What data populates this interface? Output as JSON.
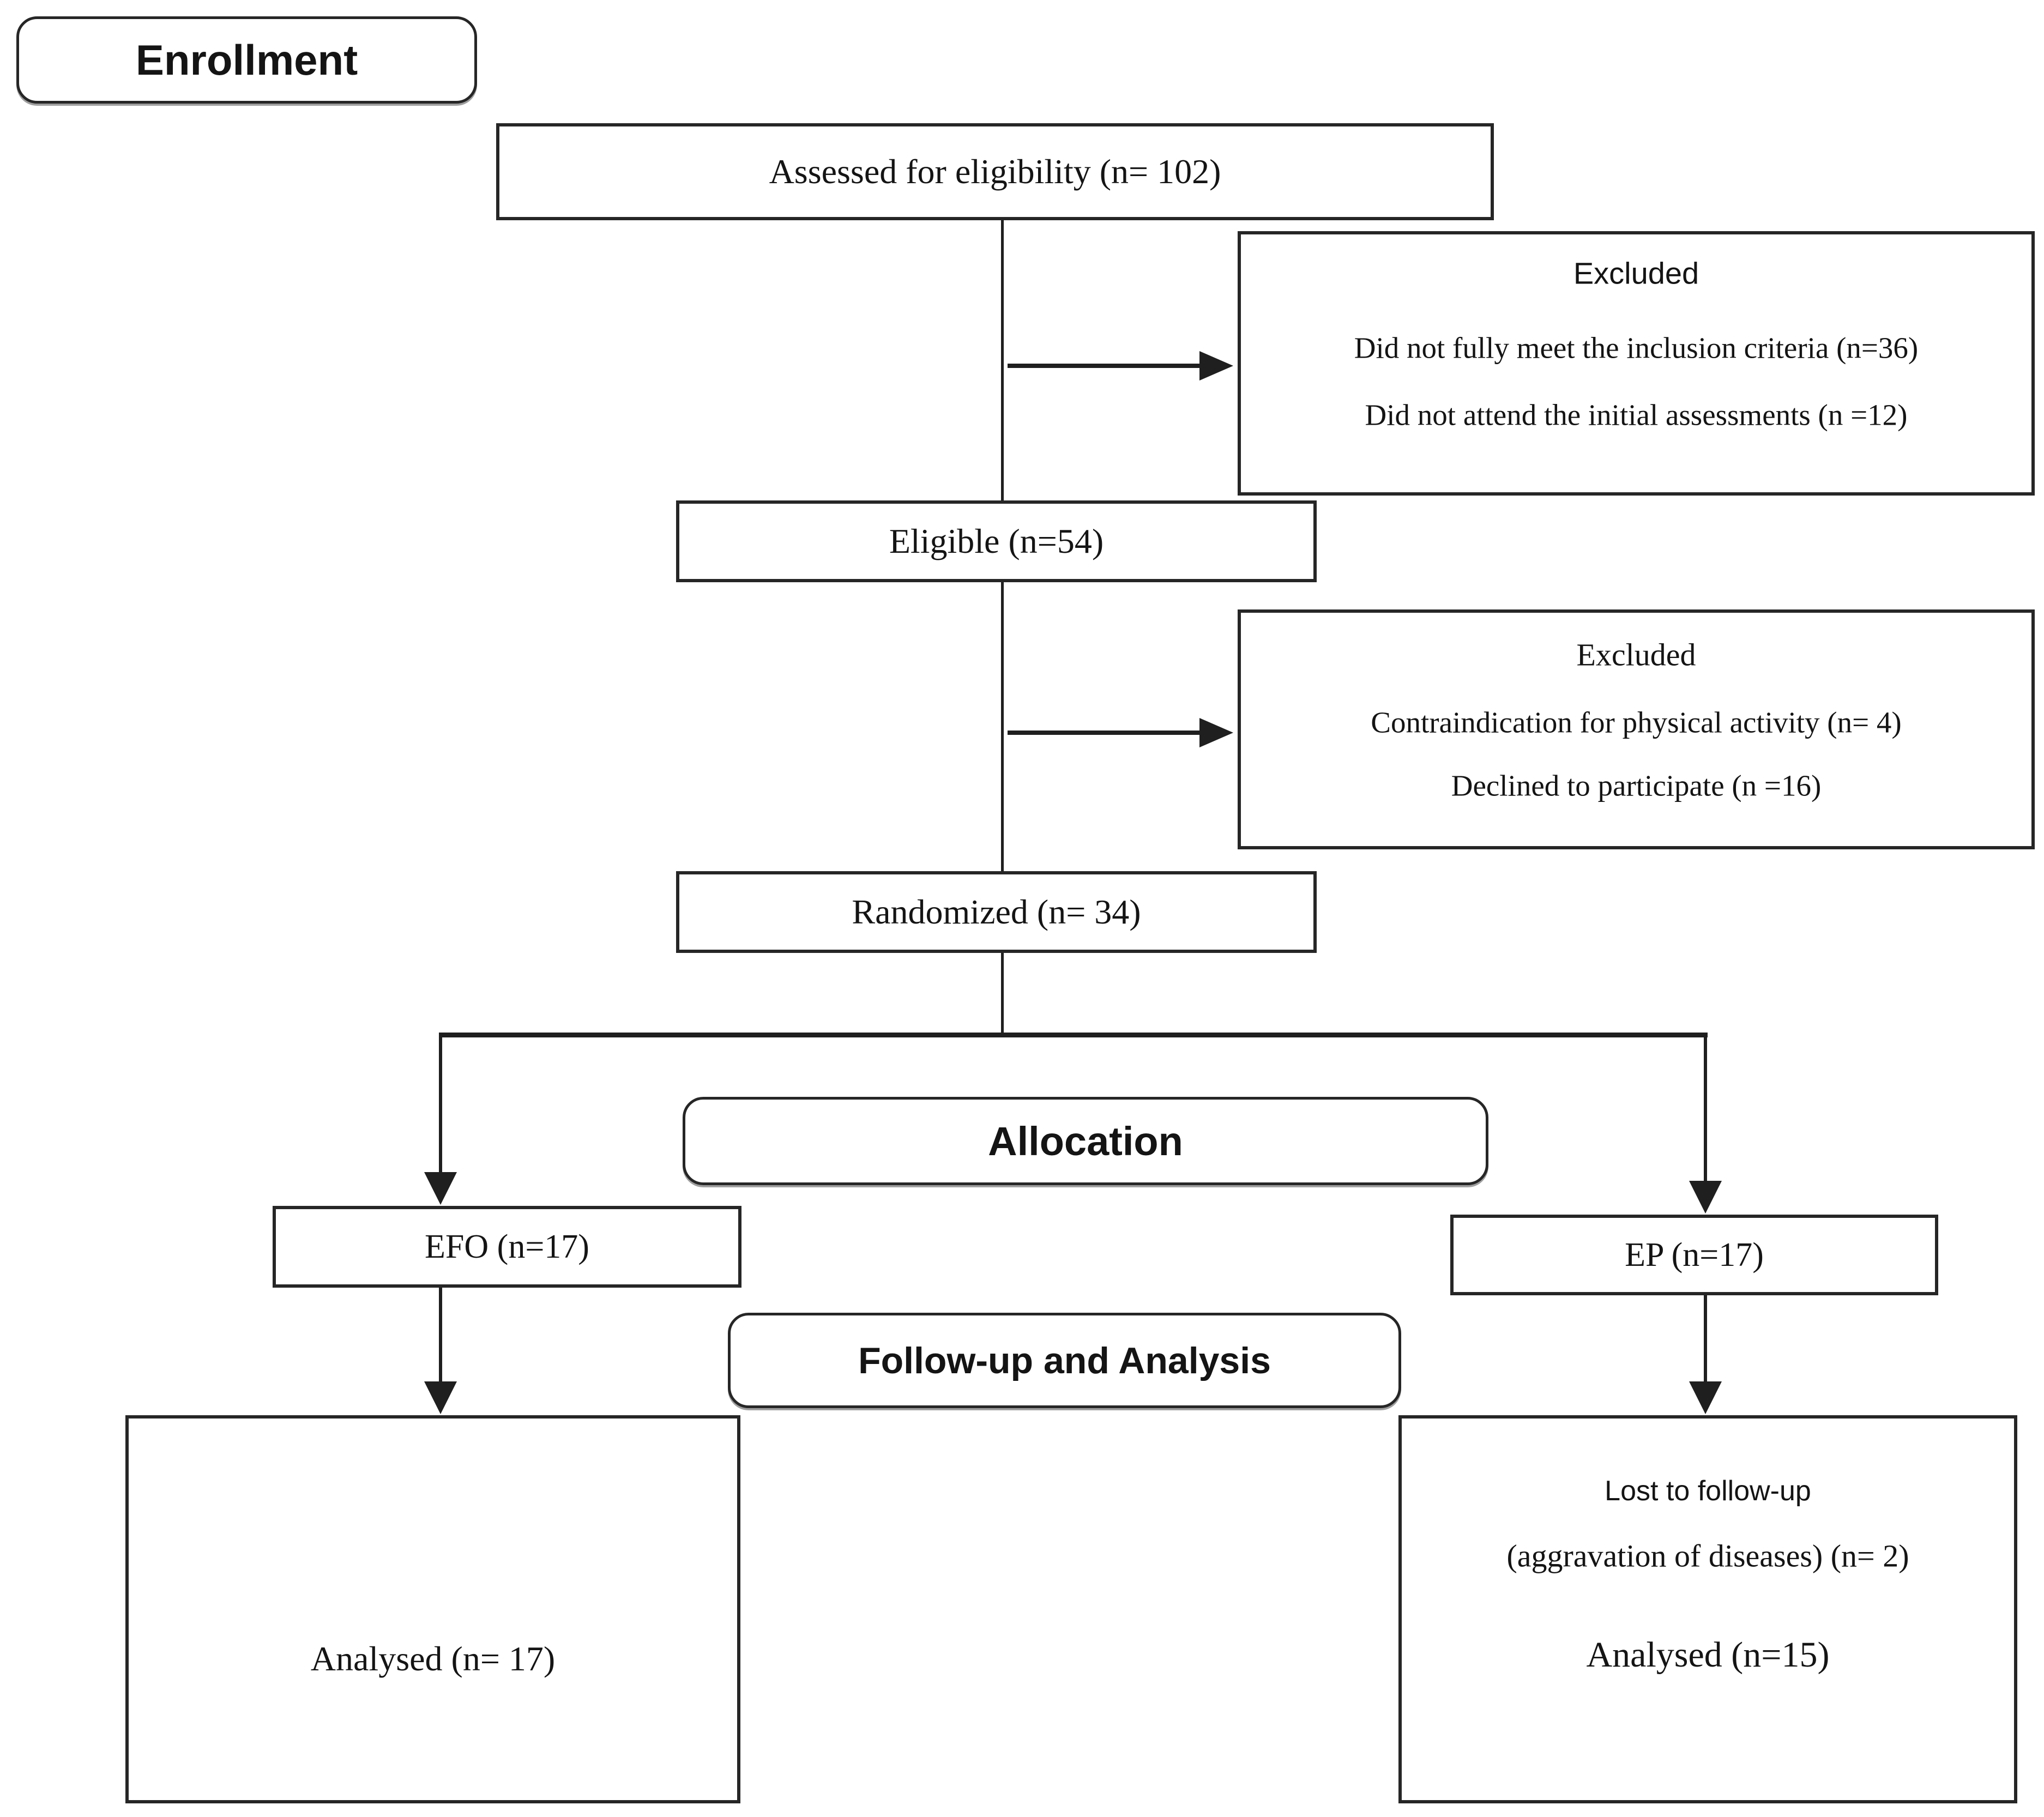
{
  "stages": {
    "enrollment": "Enrollment",
    "allocation": "Allocation",
    "followup": "Follow-up and Analysis"
  },
  "boxes": {
    "assessed": {
      "text": "Assessed for eligibility (n= 102)"
    },
    "excluded_top": {
      "title": "Excluded",
      "lines": [
        "Did not fully meet the inclusion criteria (n=36)",
        "Did not attend the initial assessments (n =12)"
      ]
    },
    "eligible": {
      "text": "Eligible (n=54)"
    },
    "excluded_bottom": {
      "title": "Excluded",
      "lines": [
        "Contraindication for physical activity (n= 4)",
        "Declined to participate (n =16)"
      ]
    },
    "randomized": {
      "text": "Randomized (n= 34)"
    },
    "efo_group": {
      "text": "EFO (n=17)"
    },
    "ep_group": {
      "text": "EP (n=17)"
    },
    "analysed_efo": {
      "text": "Analysed (n= 17)"
    },
    "ep_outcome": {
      "lost": "Lost to follow-up",
      "reason": "(aggravation of diseases) (n= 2)",
      "analysed": "Analysed (n=15)"
    }
  },
  "colors": {
    "line": "#1f1f1f",
    "box_border": "#262626",
    "text": "#141414",
    "background": "#ffffff"
  }
}
